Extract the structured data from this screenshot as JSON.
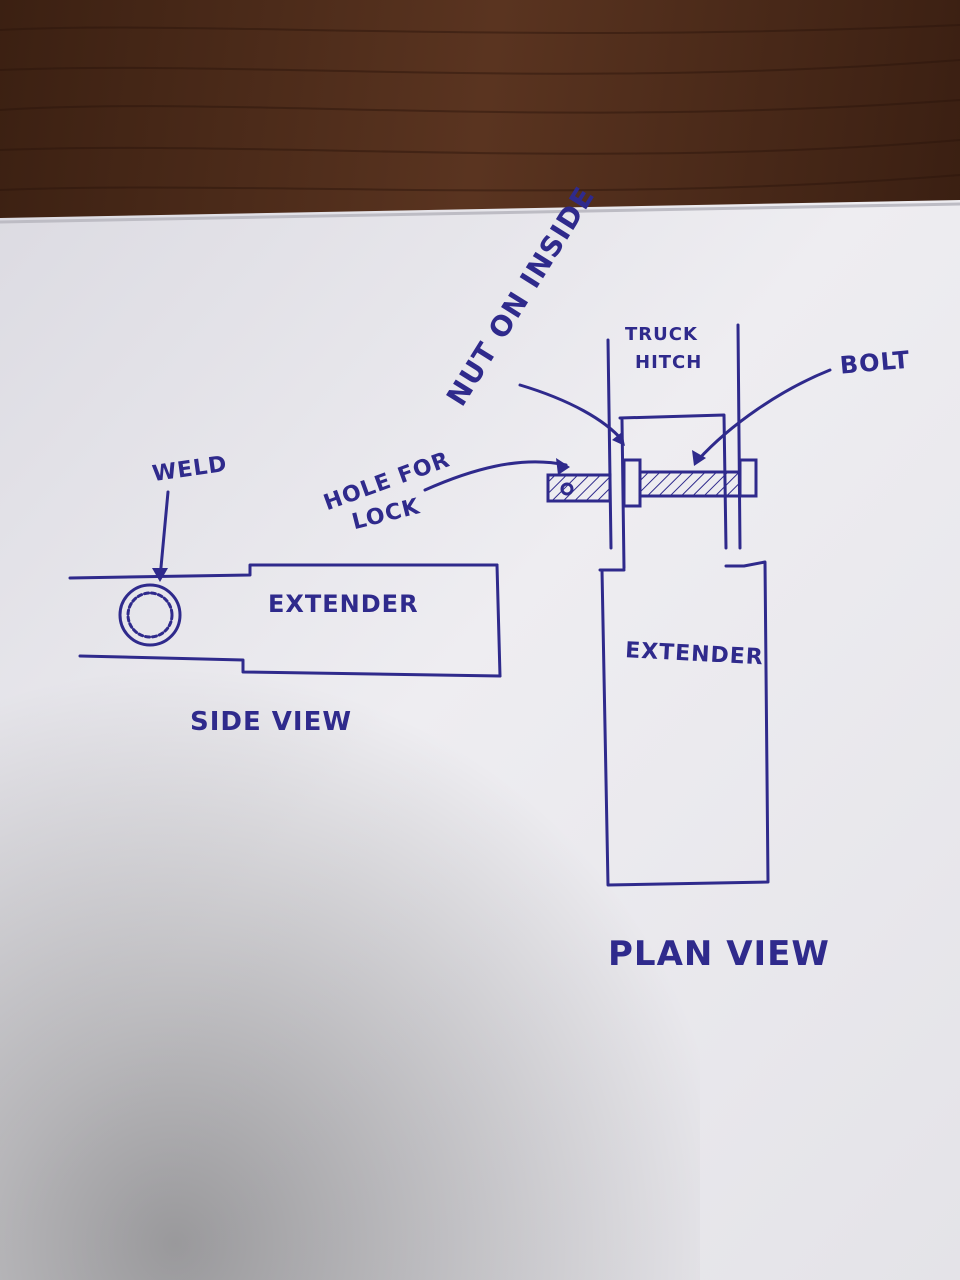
{
  "colors": {
    "ink": "#2f2a8c",
    "paper": "#e9e8ec",
    "desk": "#4a2a18"
  },
  "labels": {
    "weld": "WELD",
    "extender_side": "EXTENDER",
    "side_view": "SIDE VIEW",
    "hole_for_lock_line1": "HOLE FOR",
    "hole_for_lock_line2": "LOCK",
    "nut_on_inside": "NUT ON INSIDE",
    "truck_hitch_line1": "TRUCK",
    "truck_hitch_line2": "HITCH",
    "bolt": "BOLT",
    "extender_plan": "EXTENDER",
    "plan_view": "PLAN VIEW"
  }
}
